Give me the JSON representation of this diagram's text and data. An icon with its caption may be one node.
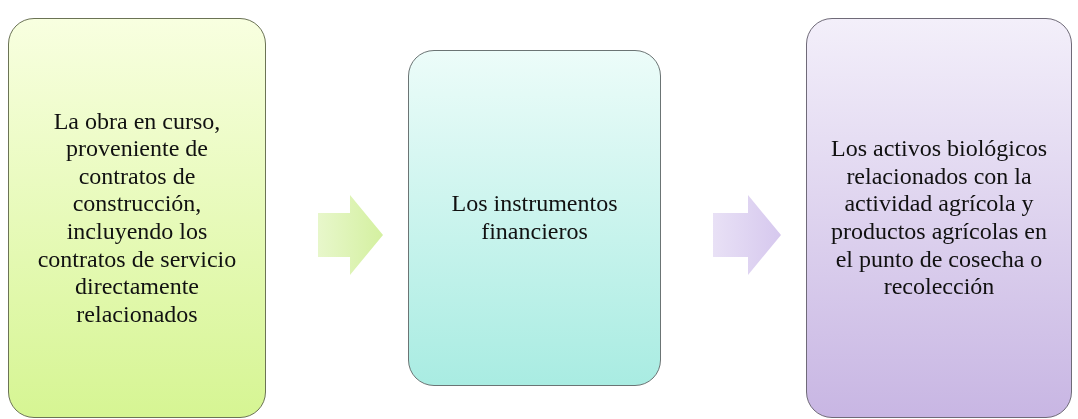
{
  "diagram": {
    "nodes": [
      {
        "text": [
          "La obra en curso, proveniente de contratos de construcción, incluyendo los contratos de servicio directamente relacionados"
        ]
      },
      {
        "text": [
          "Los instrumentos financieros"
        ]
      },
      {
        "text": [
          "Los activos biológicos relacionados con la actividad agrícola y productos agrícolas en el punto de cosecha o recolección"
        ]
      }
    ],
    "edges": [
      {
        "from": 0,
        "to": 1,
        "arrow": "to",
        "color": "#d4f0a0"
      },
      {
        "from": 1,
        "to": 2,
        "arrow": "to",
        "color": "#d6c8ee"
      }
    ]
  }
}
